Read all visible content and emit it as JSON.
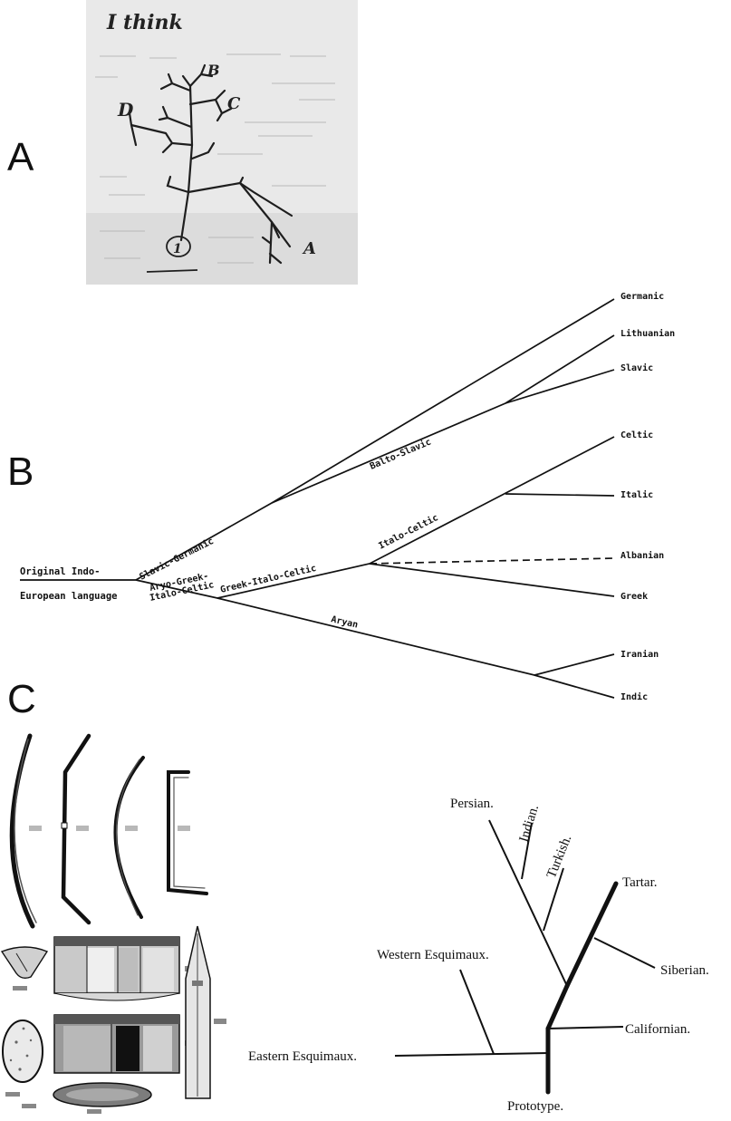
{
  "panel_letters": {
    "a": "A",
    "b": "B",
    "c": "C"
  },
  "panel_a": {
    "heading": "I think",
    "labels": {
      "d1": "D",
      "b": "B",
      "c": "C",
      "one": "1",
      "a": "A"
    }
  },
  "panel_b": {
    "root_line1": "Original Indo-",
    "root_line2": "European language",
    "branches": {
      "slavic_germanic": "Slavic-Germanic",
      "balto_slavic": "Balto-Slavic",
      "aryo_greek": "Aryo-Greek-",
      "italo_celtic_low": "Italo-Celtic",
      "greek_italo_celtic": "Greek-Italo-Celtic",
      "italo_celtic": "Italo-Celtic",
      "aryan": "Aryan"
    },
    "leaves": [
      "Germanic",
      "Lithuanian",
      "Slavic",
      "Celtic",
      "Italic",
      "Albanian",
      "Greek",
      "Iranian",
      "Indic"
    ]
  },
  "panel_c_tree": {
    "leaves": {
      "persian": "Persian.",
      "indian": "Indian.",
      "turkish": "Turkish.",
      "tartar": "Tartar.",
      "siberian": "Siberian.",
      "western": "Western Esquimaux.",
      "californian": "Californian.",
      "eastern": "Eastern Esquimaux.",
      "prototype": "Prototype."
    }
  }
}
